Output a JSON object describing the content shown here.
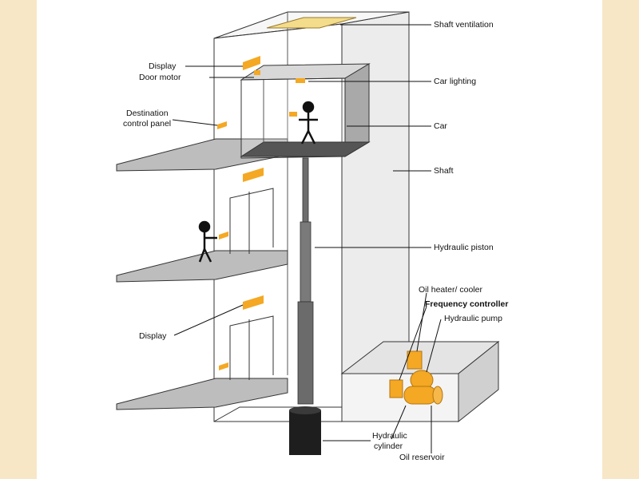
{
  "labels": {
    "shaft_ventilation": "Shaft ventilation",
    "display_top": "Display",
    "door_motor": "Door motor",
    "car_lighting": "Car lighting",
    "destination_control_panel_line1": "Destination",
    "destination_control_panel_line2": "control panel",
    "car": "Car",
    "shaft": "Shaft",
    "hydraulic_piston": "Hydraulic piston",
    "oil_heater_cooler": "Oil heater/ cooler",
    "frequency_controller": "Frequency controller",
    "hydraulic_pump": "Hydraulic pump",
    "display_bottom": "Display",
    "hydraulic_cylinder_line1": "Hydraulic",
    "hydraulic_cylinder_line2": "cylinder",
    "oil_reservoir": "Oil reservoir"
  },
  "colors": {
    "background": "#f7e7c7",
    "panel": "#ffffff",
    "component_orange": "#f4a823",
    "vent_yellow": "#f3dd8c",
    "shaft_fill": "#e9e9e9",
    "floor_fill": "#bdbdbd",
    "piston": "#6e6e6e",
    "cylinder": "#1e1e1e"
  }
}
